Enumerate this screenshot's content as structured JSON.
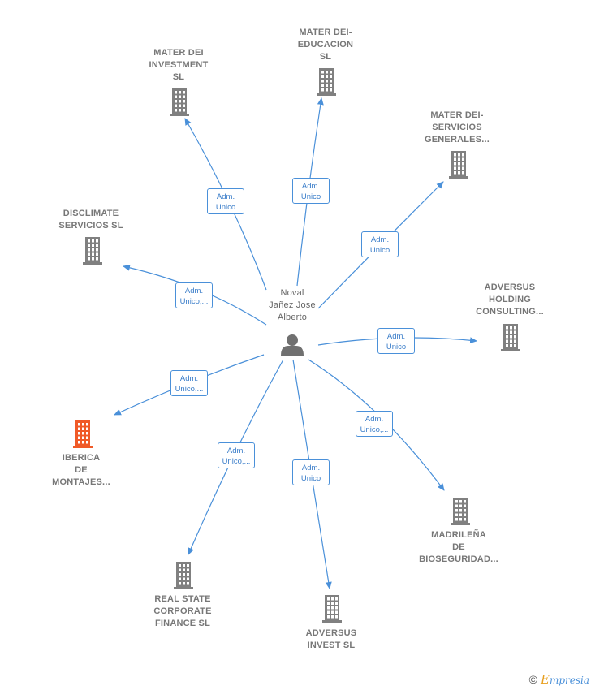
{
  "center": {
    "id": "person",
    "label": [
      "Noval",
      "Jañez Jose",
      "Alberto"
    ],
    "icon": "person-icon"
  },
  "companies": [
    {
      "id": "mater-dei-investment",
      "label": [
        "MATER DEI",
        "INVESTMENT",
        "SL"
      ],
      "icon": "building-icon",
      "relation": [
        "Adm.",
        "Unico"
      ]
    },
    {
      "id": "mater-dei-educacion",
      "label": [
        "MATER DEI-",
        "EDUCACION",
        "SL"
      ],
      "icon": "building-icon",
      "relation": [
        "Adm.",
        "Unico"
      ]
    },
    {
      "id": "mater-dei-servicios",
      "label": [
        "MATER DEI-",
        "SERVICIOS",
        "GENERALES..."
      ],
      "icon": "building-icon",
      "relation": [
        "Adm.",
        "Unico"
      ]
    },
    {
      "id": "disclimate-servicios",
      "label": [
        "DISCLIMATE",
        "SERVICIOS  SL"
      ],
      "icon": "building-icon",
      "relation": [
        "Adm.",
        "Unico,..."
      ]
    },
    {
      "id": "adversus-holding",
      "label": [
        "ADVERSUS",
        "HOLDING",
        "CONSULTING..."
      ],
      "icon": "building-icon",
      "relation": [
        "Adm.",
        "Unico"
      ]
    },
    {
      "id": "iberica-montajes",
      "label": [
        "IBERICA",
        "DE",
        "MONTAJES..."
      ],
      "icon": "building-icon",
      "highlight": true,
      "relation": [
        "Adm.",
        "Unico,..."
      ]
    },
    {
      "id": "madrilena-bioseguridad",
      "label": [
        "MADRILEÑA",
        "DE",
        "BIOSEGURIDAD..."
      ],
      "icon": "building-icon",
      "relation": [
        "Adm.",
        "Unico,..."
      ]
    },
    {
      "id": "real-state-corporate",
      "label": [
        "REAL STATE",
        "CORPORATE",
        "FINANCE  SL"
      ],
      "icon": "building-icon",
      "relation": [
        "Adm.",
        "Unico,..."
      ]
    },
    {
      "id": "adversus-invest",
      "label": [
        "ADVERSUS",
        "INVEST  SL"
      ],
      "icon": "building-icon",
      "relation": [
        "Adm.",
        "Unico"
      ]
    }
  ],
  "colors": {
    "edge": "#4a90d9",
    "building": "#808080",
    "highlight": "#f05a28",
    "person": "#707070"
  },
  "footer": {
    "copyright": "©",
    "brand_initial": "E",
    "brand_rest": "mpresia"
  }
}
